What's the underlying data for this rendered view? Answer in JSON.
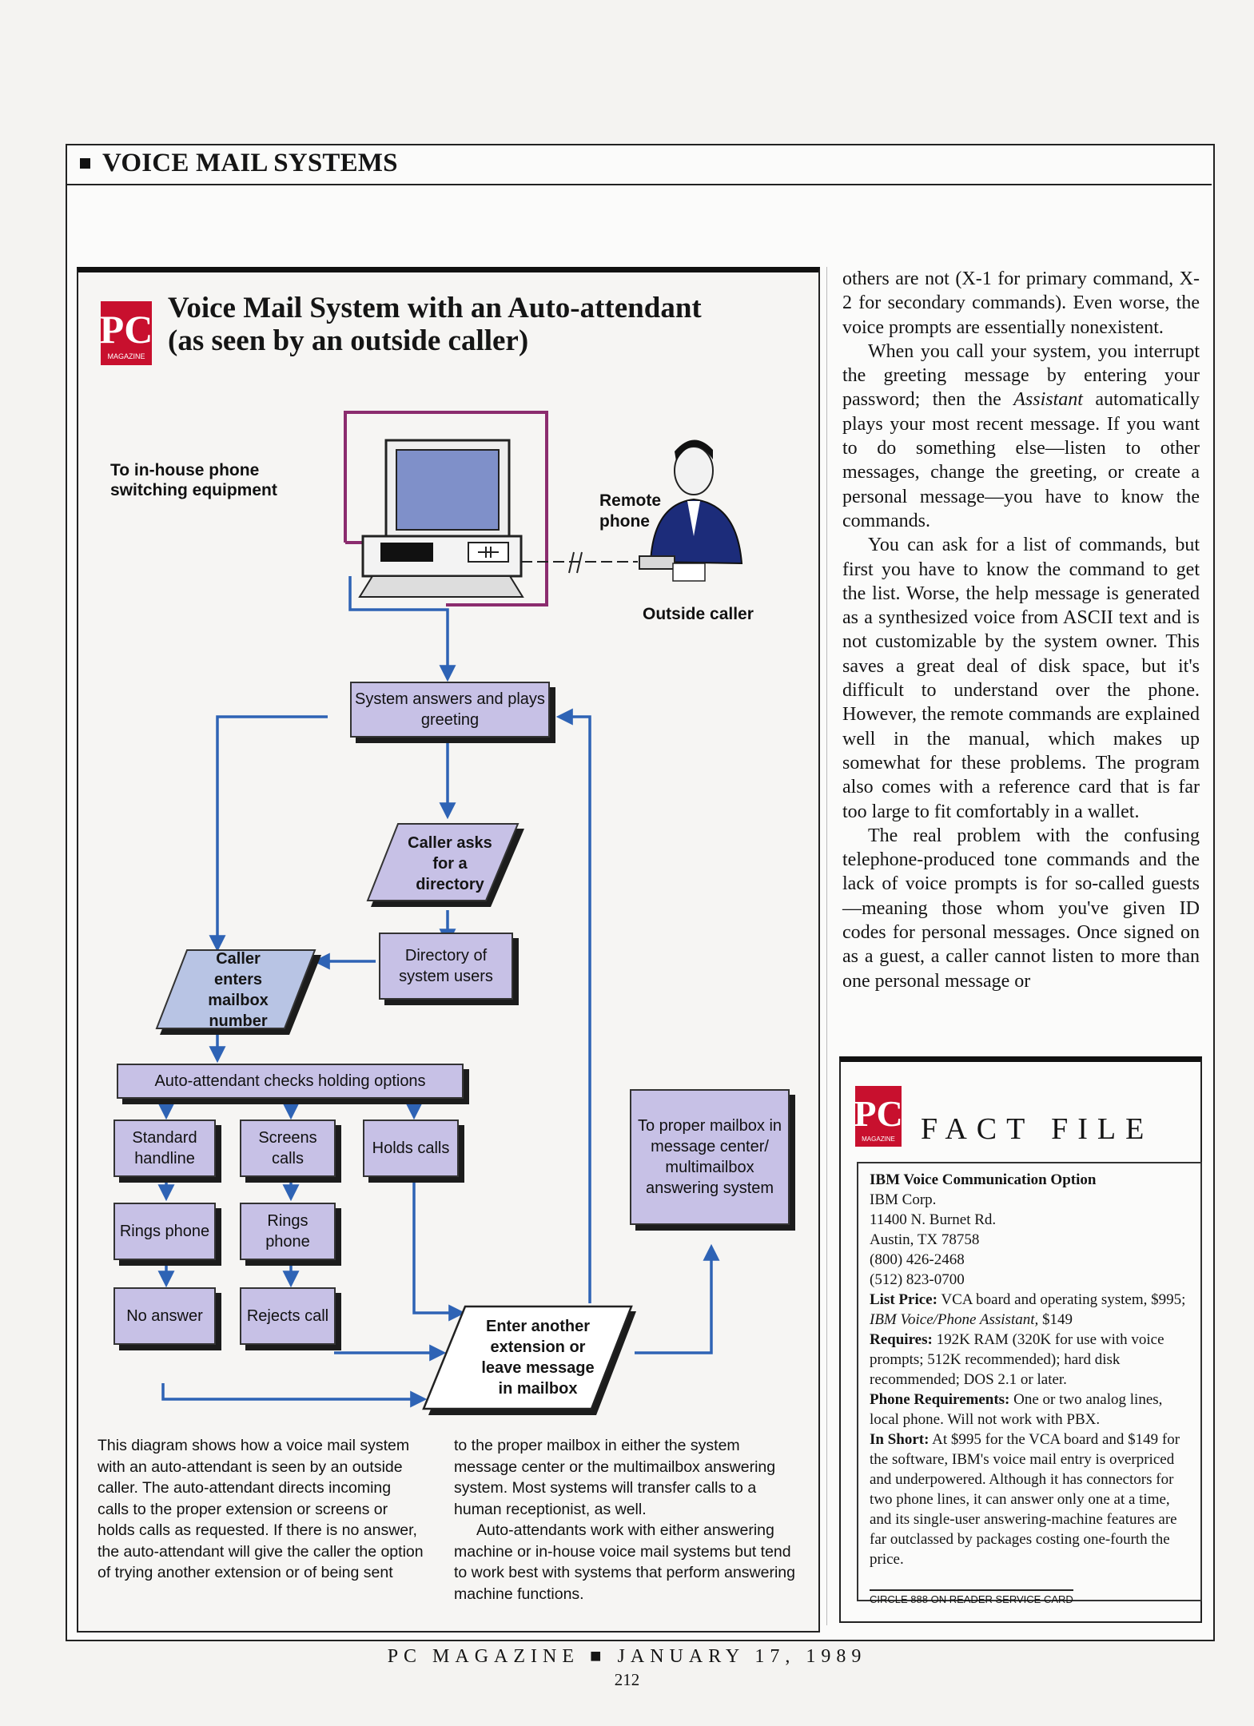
{
  "section": {
    "title": "VOICE MAIL SYSTEMS"
  },
  "figure": {
    "logo_text": "PC",
    "logo_subtext": "MAGAZINE",
    "title_line1": "Voice Mail System with an Auto-attendant",
    "title_line2": "(as seen by an outside caller)",
    "labels": {
      "inhouse_line1": "To in-house phone",
      "inhouse_line2": "switching equipment",
      "remote_line1": "Remote",
      "remote_line2": "phone",
      "outside_caller": "Outside caller"
    },
    "nodes": {
      "greeting": "System answers and plays greeting",
      "directory_request": "Caller asks for a directory",
      "directory": "Directory of system users",
      "enters_mailbox": "Caller enters mailbox number",
      "checks_options": "Auto-attendant checks holding options",
      "standard": "Standard handline",
      "screens": "Screens calls",
      "holds": "Holds calls",
      "ring1": "Rings phone",
      "ring2": "Rings phone",
      "no_answer": "No answer",
      "rejects": "Rejects call",
      "proper_mailbox": "To proper mailbox in message center/ multimailbox answering system",
      "enter_another": "Enter another extension or leave message in mailbox"
    },
    "caption_left": "This diagram shows how a voice mail system with an auto-attendant is seen by an outside caller. The auto-attendant directs incoming calls to the proper extension or screens or holds calls as requested. If there is no answer, the auto-attendant will give the caller the option of trying another extension or of being sent",
    "caption_right_p1": "to the proper mailbox in either the system message center or the multimailbox answering system. Most systems will transfer calls to a human receptionist, as well.",
    "caption_right_p2": "Auto-attendants work with either answering machine or in-house voice mail systems but tend to work best with systems that perform answering machine functions."
  },
  "article": {
    "p1": "others are not (X-1 for primary command, X-2 for secondary commands). Even worse, the voice prompts are essentially nonexistent.",
    "p2_a": "When you call your system, you interrupt the greeting message by entering your password; then the ",
    "p2_em": "Assistant",
    "p2_b": " automatically plays your most recent message. If you want to do something else—listen to other messages, change the greeting, or create a personal message—you have to know the commands.",
    "p3": "You can ask for a list of commands, but first you have to know the command to get the list. Worse, the help message is generated as a synthesized voice from ASCII text and is not customizable by the system owner. This saves a great deal of disk space, but it's difficult to understand over the phone. However, the remote commands are explained well in the manual, which makes up somewhat for these problems. The program also comes with a reference card that is far too large to fit comfortably in a wallet.",
    "p4": "The real problem with the confusing telephone-produced tone commands and the lack of voice prompts is for so-called guests—meaning those whom you've given ID codes for personal messages. Once signed on as a guest, a caller cannot listen to more than one personal message or"
  },
  "fact_file": {
    "logo_text": "PC",
    "logo_subtext": "MAGAZINE",
    "heading": "FACT FILE",
    "product": "IBM Voice Communication Option",
    "company": "IBM Corp.",
    "address1": "11400 N. Burnet Rd.",
    "address2": "Austin, TX 78758",
    "phone1": "(800) 426-2468",
    "phone2": "(512) 823-0700",
    "list_price_label": "List Price:",
    "list_price_a": " VCA board and operating system, $995; ",
    "list_price_em": "IBM Voice/Phone Assistant,",
    "list_price_b": " $149",
    "requires_label": "Requires:",
    "requires": " 192K RAM (320K for use with voice prompts; 512K recommended); hard disk recommended; DOS 2.1 or later.",
    "phone_req_label": "Phone Requirements:",
    "phone_req": " One or two analog lines, local phone. Will not work with PBX.",
    "short_label": "In Short:",
    "short": " At $995 for the VCA board and $149 for the software, IBM's voice mail entry is overpriced and underpowered. Although it has connectors for two phone lines, it can answer only one at a time, and its single-user answering-machine features are far outclassed by packages costing one-fourth the price.",
    "circle": "CIRCLE 888 ON READER SERVICE CARD"
  },
  "footer": {
    "text": "PC MAGAZINE ■ JANUARY 17, 1989",
    "page": "212"
  },
  "colors": {
    "box_fill": "#c7c1e6",
    "arrow": "#2e63b5",
    "wire": "#8b2c6e",
    "logo_red": "#c8102e"
  }
}
